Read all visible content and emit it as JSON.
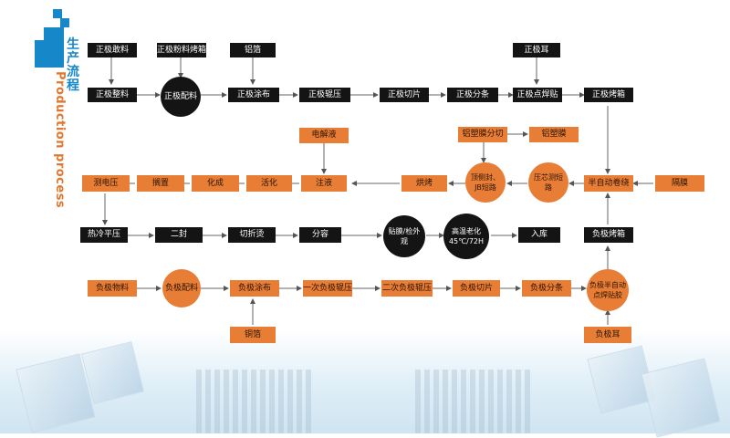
{
  "title_cn": "生产流程",
  "title_en": "Production process",
  "nodes": {
    "pos_material": "正极敢料",
    "pos_powder_oven": "正极粉料烤箱",
    "al_foil": "铝箔",
    "pos_tab": "正极耳",
    "pos_prep": "正极整料",
    "pos_mix": "正极配料",
    "pos_coat": "正极涂布",
    "pos_roll": "正极辊压",
    "pos_cut": "正极切片",
    "pos_slit": "正极分条",
    "pos_weld": "正极点焊贴",
    "pos_bake": "正极烤箱",
    "electrolyte": "电解液",
    "al_film_cut": "铝塑膜分切",
    "al_film": "铝塑膜",
    "ocv": "测电压",
    "aging": "搁置",
    "formation": "化成",
    "activation": "活化",
    "injection": "注液",
    "baking": "烘烤",
    "top_seal": "顶侧封、JB短路",
    "core_short": "压芯测短路",
    "semi_wind": "半自动卷绕",
    "separator": "隔膜",
    "hot_press": "热冷平压",
    "second_seal": "二封",
    "fold_iron": "切折烫",
    "grading": "分容",
    "film_check": "贴膜/检外观",
    "high_temp_aging": "高温老化\n45℃/72H",
    "warehouse": "入库",
    "neg_bake": "负极烤箱",
    "neg_material": "负极物料",
    "neg_mix": "负极配料",
    "neg_coat": "负极涂布",
    "neg_roll1": "一次负极辊压",
    "neg_roll2": "二次负极辊压",
    "neg_cut": "负极切片",
    "neg_slit": "负极分条",
    "neg_weld": "负极半自动\n点焊贴胶",
    "cu_foil": "铜箔",
    "neg_tab": "负极耳"
  },
  "colors": {
    "black": "#141414",
    "orange": "#e87d35",
    "brand_blue": "#1687c8"
  }
}
